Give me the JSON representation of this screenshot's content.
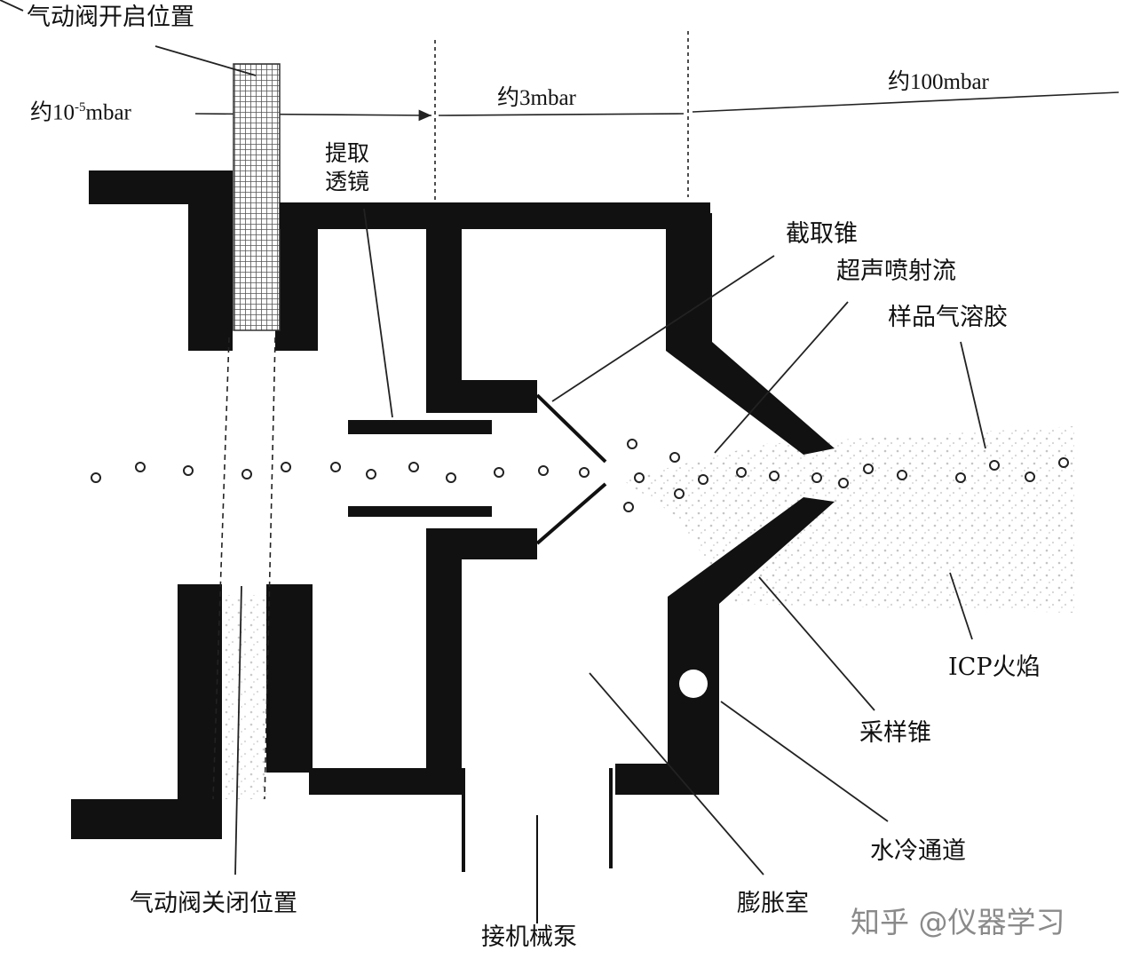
{
  "labels": {
    "valve_open": "气动阀开启位置",
    "pressure_low_base": "约10",
    "pressure_low_exp": "-5",
    "pressure_low_unit": "mbar",
    "pressure_mid": "约3mbar",
    "pressure_high": "约100mbar",
    "extraction_lens_1": "提取",
    "extraction_lens_2": "透镜",
    "skimmer_cone": "截取锥",
    "supersonic_jet": "超声喷射流",
    "sample_aerosol": "样品气溶胶",
    "icp_flame": "ICP火焰",
    "sampling_cone": "采样锥",
    "water_channel": "水冷通道",
    "expansion_chamber": "膨胀室",
    "valve_closed": "气动阀关闭位置",
    "pump": "接机械泵"
  },
  "watermark": "知乎 @仪器学习",
  "colors": {
    "wall": "#111111",
    "valve_grid": "#777777",
    "line": "#222222"
  }
}
